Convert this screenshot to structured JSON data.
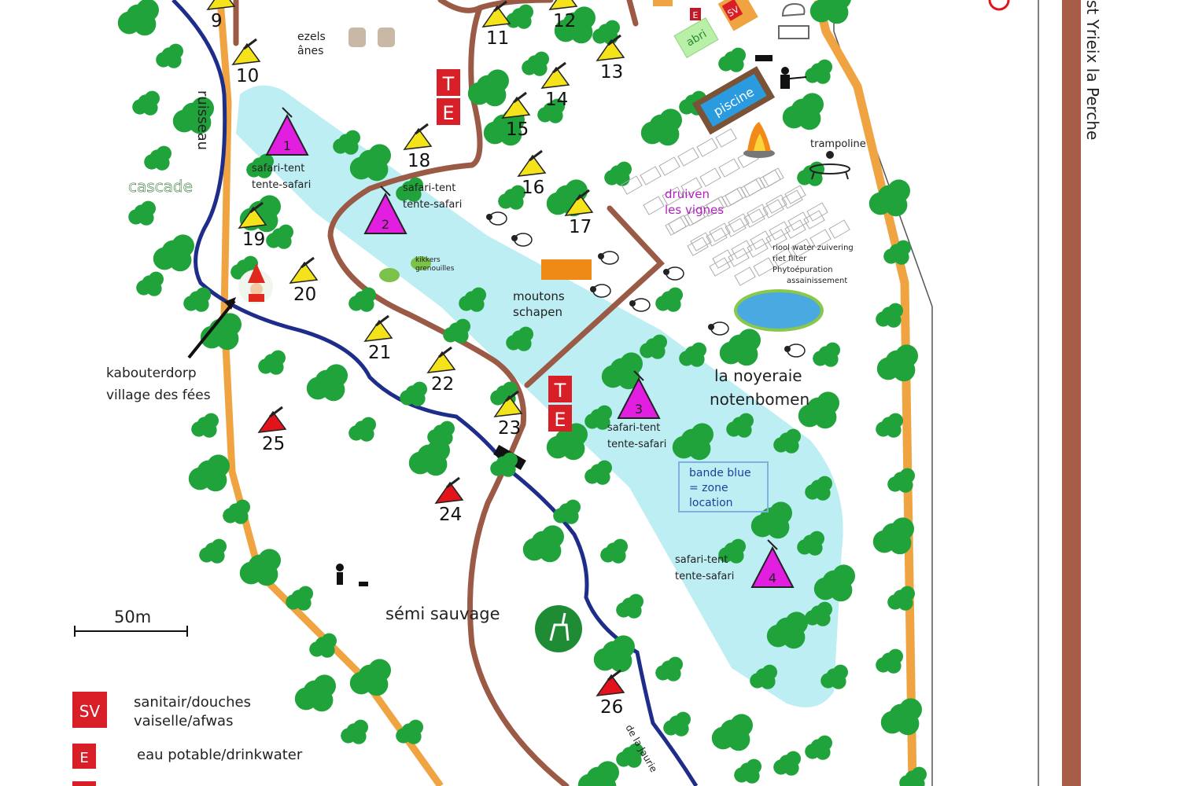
{
  "colors": {
    "tree": "#1fa33a",
    "road": "#9b5a45",
    "stream": "#1f2d8a",
    "path": "#f0a441",
    "zone": "#bdeef3",
    "safari": "#e21ee0",
    "pitch_yellow": "#f4e21a",
    "pitch_red": "#e3131b",
    "sign": "#d81e27"
  },
  "labels": {
    "ezels": "ezels",
    "anes": "ânes",
    "ruisseau": "ruisseau",
    "cascade": "cascade",
    "kabouterdorp": "kabouterdorp",
    "village": "village des fées",
    "kikkers": "kikkers",
    "grenouilles": "grenouilles",
    "moutons": "moutons",
    "schapen": "schapen",
    "noyeraie": "la noyeraie",
    "notenbomen": "notenbomen",
    "druiven": "druiven",
    "vignes": "les vignes",
    "abri": "abri",
    "piscine": "piscine",
    "trampoline": "trampoline",
    "riool1": "riool water zuivering",
    "riool2": "riet filter",
    "riool3": "Phytoépuration",
    "riool4": "assainissement",
    "band1": "bande blue",
    "band2": "= zone",
    "band3": "location",
    "semi": "sémi sauvage",
    "jaurie": "de la Jaurie",
    "road_name": "st Yrieix la Perche",
    "scale": "50m",
    "sv_top": "SV",
    "e_small": "E"
  },
  "safari_tent_label": [
    "safari-tent",
    "tente-safari"
  ],
  "safari_tents": [
    "1",
    "2",
    "3",
    "4"
  ],
  "pitches": [
    {
      "n": "9",
      "type": "yellow"
    },
    {
      "n": "10",
      "type": "yellow"
    },
    {
      "n": "11",
      "type": "yellow"
    },
    {
      "n": "12",
      "type": "yellow"
    },
    {
      "n": "13",
      "type": "yellow"
    },
    {
      "n": "14",
      "type": "yellow"
    },
    {
      "n": "15",
      "type": "yellow"
    },
    {
      "n": "16",
      "type": "yellow"
    },
    {
      "n": "17",
      "type": "yellow"
    },
    {
      "n": "18",
      "type": "yellow"
    },
    {
      "n": "19",
      "type": "yellow"
    },
    {
      "n": "20",
      "type": "yellow"
    },
    {
      "n": "21",
      "type": "yellow"
    },
    {
      "n": "22",
      "type": "yellow"
    },
    {
      "n": "23",
      "type": "yellow"
    },
    {
      "n": "24",
      "type": "red"
    },
    {
      "n": "25",
      "type": "red"
    },
    {
      "n": "26",
      "type": "red"
    }
  ],
  "te_sign": {
    "t": "T",
    "e": "E"
  },
  "legend": [
    {
      "code": "SV",
      "text1": "sanitair/douches",
      "text2": "vaiselle/afwas"
    },
    {
      "code": "E",
      "text1": "eau potable/drinkwater",
      "text2": ""
    }
  ]
}
